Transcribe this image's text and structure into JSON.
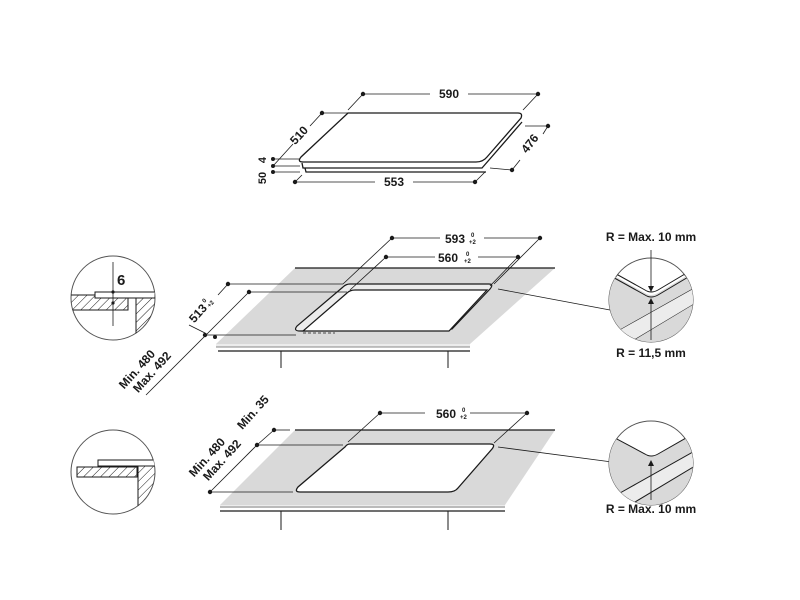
{
  "diagram": {
    "type": "built-in hob installation dimensions",
    "units": "mm",
    "colors": {
      "line": "#1a1a1a",
      "countertop": "#d9d9d9",
      "background": "#ffffff"
    }
  },
  "hob": {
    "width_top": "590",
    "depth_top": "510",
    "width_bottom": "553",
    "depth_right": "476",
    "glass_thickness": "4",
    "body_height": "50"
  },
  "flush_mount": {
    "outer_width": "593",
    "outer_width_tol_top": "0",
    "outer_width_tol_bottom": "+2",
    "inner_width": "560",
    "inner_width_tol_top": "0",
    "inner_width_tol_bottom": "+2",
    "outer_depth": "513",
    "outer_depth_tol_top": "0",
    "outer_depth_tol_bottom": "+2",
    "depth_min": "Min. 480",
    "depth_max": "Max. 492",
    "recess_depth": "6",
    "corner_top_radius": "R = Max. 10 mm",
    "corner_bottom_radius": "R = 11,5 mm"
  },
  "standard_mount": {
    "width": "560",
    "width_tol_top": "0",
    "width_tol_bottom": "+2",
    "rear_distance": "Min. 35",
    "depth_min": "Min. 480",
    "depth_max": "Max. 492",
    "corner_radius": "R = Max. 10 mm"
  }
}
